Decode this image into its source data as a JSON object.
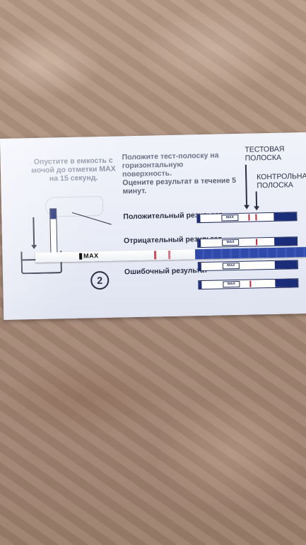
{
  "instructions": {
    "step1": "Опустите в емкость с мочой до отметки MAX на 15 секунд.",
    "step2": "Положите тест-полоску на горизонтальную поверхность.",
    "step2b": "Оцените результат в течение 5 минут.",
    "step_number": "2"
  },
  "labels": {
    "test_strip": "ТЕСТОВАЯ ПОЛОСКА",
    "control_strip": "КОНТРОЛЬНАЯ ПОЛОСКА"
  },
  "results": [
    {
      "label": "Положительный результат"
    },
    {
      "label": "Отрицательный результат"
    },
    {
      "label": "Ошибочный результат"
    }
  ],
  "strip_max": "MAX",
  "real_strip": {
    "max_label": "MAX"
  },
  "colors": {
    "strip_blue": "#1b2c78",
    "result_line": "#c0283a",
    "card": "#eceff8"
  }
}
